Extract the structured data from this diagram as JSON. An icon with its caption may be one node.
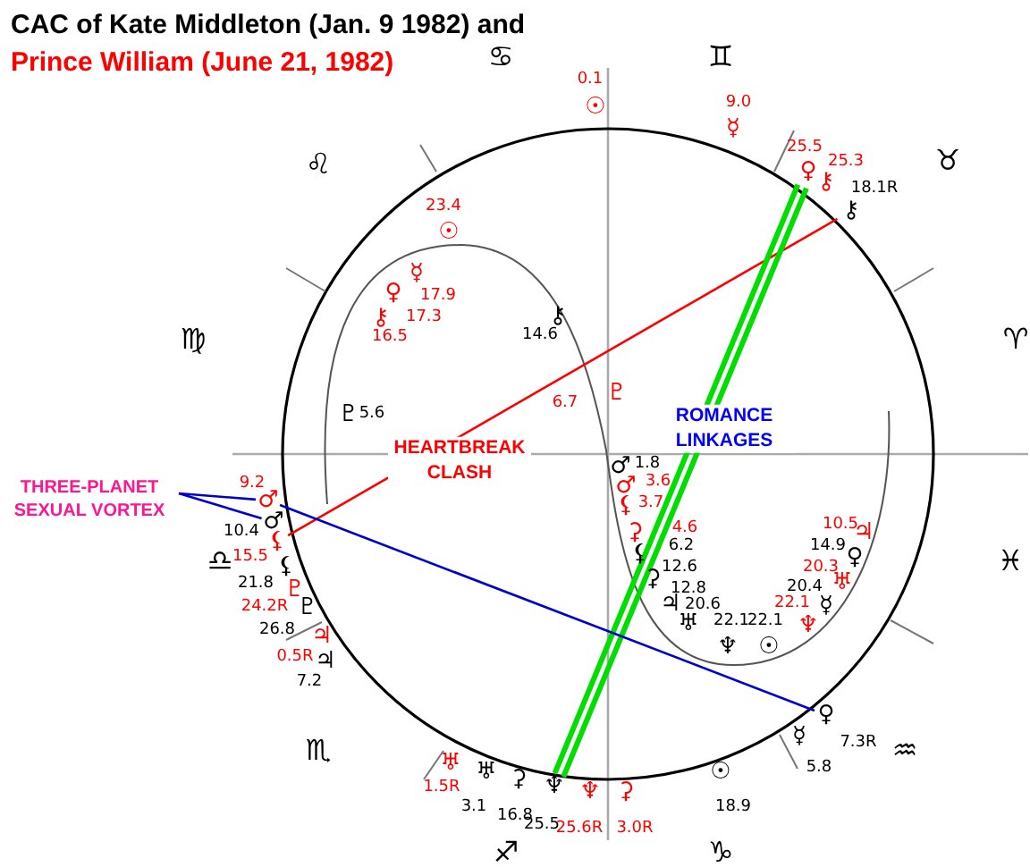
{
  "diagram": {
    "title": "CAC of Kate Middleton (Jan. 9 1982) and",
    "nodes": [
      {
        "text": [
          "THREE-PLANET SEXUAL VORTEX"
        ]
      },
      {
        "text": [
          "9.2",
          "♂"
        ]
      },
      {
        "text": [
          "♂",
          "10.4"
        ]
      },
      {
        "text": [
          "⚸",
          "15.5"
        ]
      },
      {
        "text": [
          "18.1R",
          "⚷"
        ]
      },
      {
        "text": [
          "25.5",
          "♀"
        ]
      },
      {
        "text": [
          "♆",
          "25.5"
        ]
      },
      {
        "text": [
          "♀",
          "7.3R"
        ]
      }
    ],
    "edges": [
      {
        "from": 0,
        "to": 1,
        "arrow": "none",
        "color": "#0000cc"
      },
      {
        "from": 0,
        "to": 2,
        "arrow": "none",
        "color": "#0000cc"
      },
      {
        "from": 4,
        "to": 3,
        "arrow": "none",
        "label": "HEARTBREAK CLASH",
        "color": "#ff0000"
      },
      {
        "from": 5,
        "to": 6,
        "arrow": "none",
        "label": "ROMANCE LINKAGES",
        "color": "#00dd00",
        "style": "thick"
      },
      {
        "from": 1,
        "to": 7,
        "arrow": "none",
        "color": "#0000cc"
      }
    ],
    "labels": [
      "Prince William (June 21, 1982)",
      "♋",
      "♊",
      "♉",
      "♈",
      "♓",
      "♒",
      "♐",
      "♑",
      "♏",
      "♎",
      "♍",
      "♌",
      "☉",
      "0.1",
      "☿",
      "9.0",
      "⚷",
      "25.3",
      "☉",
      "23.4",
      "☿",
      "17.9",
      "♀",
      "17.3",
      "⚷",
      "16.5",
      "⚷",
      "14.6",
      "♇",
      "5.6",
      "♇",
      "6.7",
      "♂",
      "1.8",
      "♂",
      "3.6",
      "⚸",
      "3.7",
      "⚳",
      "4.6",
      "⚸",
      "6.2",
      "⚳",
      "12.6",
      "♃",
      "12.8",
      "♅",
      "20.6",
      "♆",
      "22.1",
      "☉",
      "22.1",
      "♆",
      "22.1",
      "☿",
      "20.4",
      "♅",
      "20.3",
      "♀",
      "14.9",
      "♃",
      "10.5",
      "⚸",
      "21.8",
      "♇",
      "24.2R",
      "♇",
      "26.8",
      "♃",
      "0.5R",
      "♃",
      "7.2",
      "♅",
      "1.5R",
      "♅",
      "3.1",
      "⚳",
      "16.8",
      "♆",
      "25.6R",
      "⚳",
      "3.0R",
      "☉",
      "18.9",
      "☿",
      "5.8"
    ]
  }
}
